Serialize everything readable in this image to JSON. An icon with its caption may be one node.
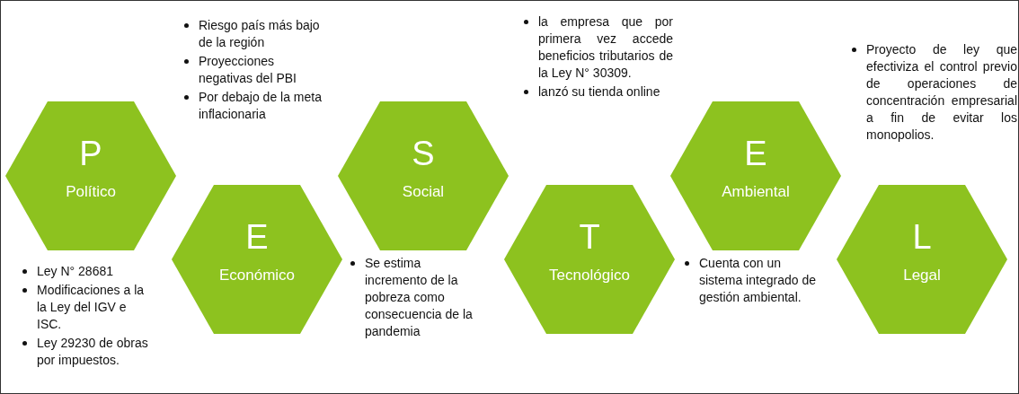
{
  "diagram": {
    "nodes": [
      {
        "text": [
          "P",
          "Político"
        ],
        "beside": [
          "Ley N° 28681",
          "Modificaciones a la la Ley del IGV e ISC.",
          "Ley 29230 de obras por impuestos."
        ]
      },
      {
        "text": [
          "E",
          "Económico"
        ],
        "beside": [
          "Riesgo país más bajo de la región",
          "Proyecciones negativas del PBI",
          "Por debajo de la meta inflacionaria"
        ]
      },
      {
        "text": [
          "S",
          "Social"
        ],
        "beside": [
          "Se estima incremento de la pobreza como consecuencia de la pandemia"
        ]
      },
      {
        "text": [
          "T",
          "Tecnológico"
        ],
        "beside": [
          "la empresa que por primera vez accede beneficios tributarios de la Ley N° 30309.",
          "lanzó su tienda online"
        ]
      },
      {
        "text": [
          "E",
          "Ambiental"
        ],
        "beside": [
          "Cuenta con un sistema integrado de gestión ambiental."
        ]
      },
      {
        "text": [
          "L",
          "Legal"
        ]
      }
    ],
    "edges": [],
    "labels": [
      "Proyecto de ley que efectiviza el control previo de operaciones de concentración empresarial a fin de evitar los monopolios."
    ]
  }
}
